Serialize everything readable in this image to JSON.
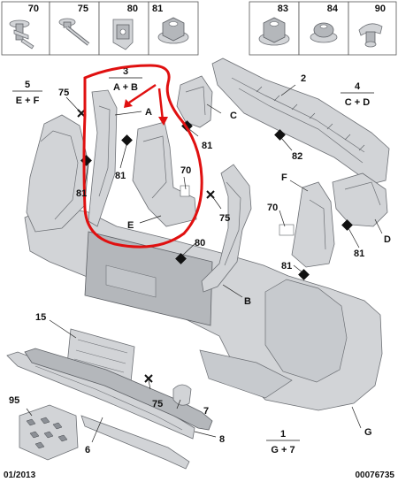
{
  "fastener_boxes": [
    {
      "number": "70"
    },
    {
      "number": "75"
    },
    {
      "number": "80"
    },
    {
      "number": "81"
    },
    {
      "number": "83"
    },
    {
      "number": "84"
    },
    {
      "number": "90"
    }
  ],
  "group_callouts": [
    {
      "number": "5",
      "contents": "E + F"
    },
    {
      "number": "3",
      "contents": "A + B"
    },
    {
      "number": "4",
      "contents": "C + D"
    },
    {
      "number": "1",
      "contents": "G + 7"
    }
  ],
  "part_labels": {
    "p2": "2",
    "p6": "6",
    "p7": "7",
    "p8": "8",
    "p15": "15",
    "p95": "95",
    "A": "A",
    "B": "B",
    "C": "C",
    "D": "D",
    "E": "E",
    "F": "F",
    "G": "G",
    "n70a": "70",
    "n70b": "70",
    "n75a": "75",
    "n75b": "75",
    "n75c": "75",
    "n80": "80",
    "n81a": "81",
    "n81b": "81",
    "n81c": "81",
    "n81d": "81",
    "n81e": "81",
    "n82": "82"
  },
  "footer": {
    "date": "01/2013",
    "reference": "00076735"
  },
  "colors": {
    "highlight_outline": "#e01010",
    "part_fill": "#d2d4d7",
    "part_stroke": "#6d7075"
  }
}
